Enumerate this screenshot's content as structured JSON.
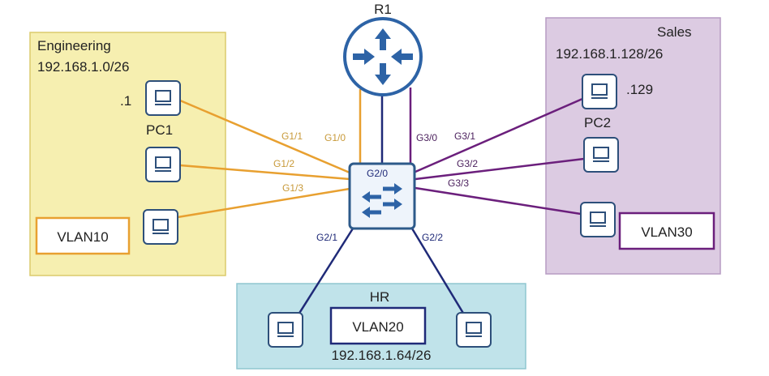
{
  "router": {
    "label": "R1"
  },
  "zones": {
    "engineering": {
      "name": "Engineering",
      "subnet": "192.168.1.0/26",
      "host": ".1",
      "pc": "PC1",
      "vlan": "VLAN10"
    },
    "sales": {
      "name": "Sales",
      "subnet": "192.168.1.128/26",
      "host": ".129",
      "pc": "PC2",
      "vlan": "VLAN30"
    },
    "hr": {
      "name": "HR",
      "subnet": "192.168.1.64/26",
      "vlan": "VLAN20"
    }
  },
  "ports": {
    "g1_0": "G1/0",
    "g1_1": "G1/1",
    "g1_2": "G1/2",
    "g1_3": "G1/3",
    "g2_0": "G2/0",
    "g2_1": "G2/1",
    "g2_2": "G2/2",
    "g3_0": "G3/0",
    "g3_1": "G3/1",
    "g3_2": "G3/2",
    "g3_3": "G3/3"
  },
  "colors": {
    "vlan10": "#e8a030",
    "vlan20": "#1f2a78",
    "vlan30": "#6b1f7c",
    "device": "#2d63a6"
  }
}
